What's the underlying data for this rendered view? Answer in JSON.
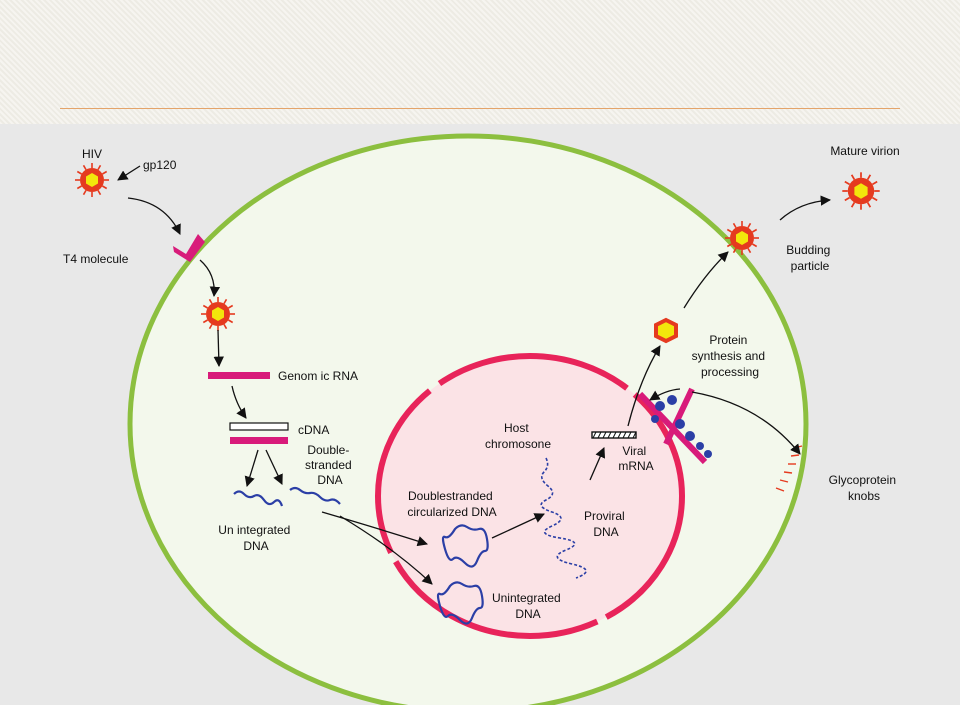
{
  "slide": {
    "title": ""
  },
  "diagram": {
    "labels": {
      "hiv": "HIV",
      "gp120": "gp120",
      "t4_molecule": "T4 molecule",
      "genomic_rna": "Genom ic RNA",
      "cdna": "cDNA",
      "double_stranded_dna": [
        "Double-",
        "stranded",
        "DNA"
      ],
      "unintegrated_dna_cyto": [
        "Un integrated",
        "DNA"
      ],
      "double_stranded_circularized_dna": [
        "Doublestranded",
        "circularized DNA"
      ],
      "unintegrated_dna_nucleus": [
        "Unintegrated",
        "DNA"
      ],
      "host_chromosome": [
        "Host",
        "chromosone"
      ],
      "proviral_dna": [
        "Proviral",
        "DNA"
      ],
      "viral_mrna": [
        "Viral",
        "mRNA"
      ],
      "protein_synthesis": [
        "Protein",
        "synthesis and",
        "processing"
      ],
      "budding_particle": [
        "Budding",
        "particle"
      ],
      "mature_virion": "Mature virion",
      "glycoprotein_knobs": [
        "Glycoprotein",
        "knobs"
      ]
    },
    "colors": {
      "cell_membrane": "#8cbf3f",
      "cell_fill": "#f3f8ec",
      "nucleus_membrane": "#e8245a",
      "nucleus_fill": "#fbe3e6",
      "rna_bar": "#d81b7a",
      "dna_blue": "#2b3fa6",
      "virion_red": "#e53a1f",
      "virion_core": "#f2e60c",
      "arrow": "#111111"
    }
  }
}
